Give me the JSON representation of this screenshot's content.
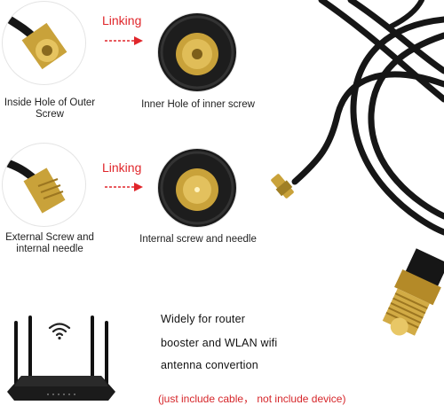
{
  "labels": {
    "linking_top": "Linking",
    "linking_bottom": "Linking",
    "outer_screw_hole": "Inside Hole of Outer Screw",
    "inner_screw_hole": "Inner Hole of inner screw",
    "external_screw": "External Screw and internal needle",
    "internal_screw": "Internal screw and needle"
  },
  "description": {
    "line1": "Widely for router",
    "line2": "booster and WLAN wifi",
    "line3": "antenna  convertion",
    "note": "(just include cable， not include device)"
  },
  "colors": {
    "accent": "#e0262b",
    "gold": "#c9a23a",
    "cable": "#161616"
  },
  "icons": {
    "wifi": "wifi-icon",
    "arrow": "arrow-right-icon"
  }
}
